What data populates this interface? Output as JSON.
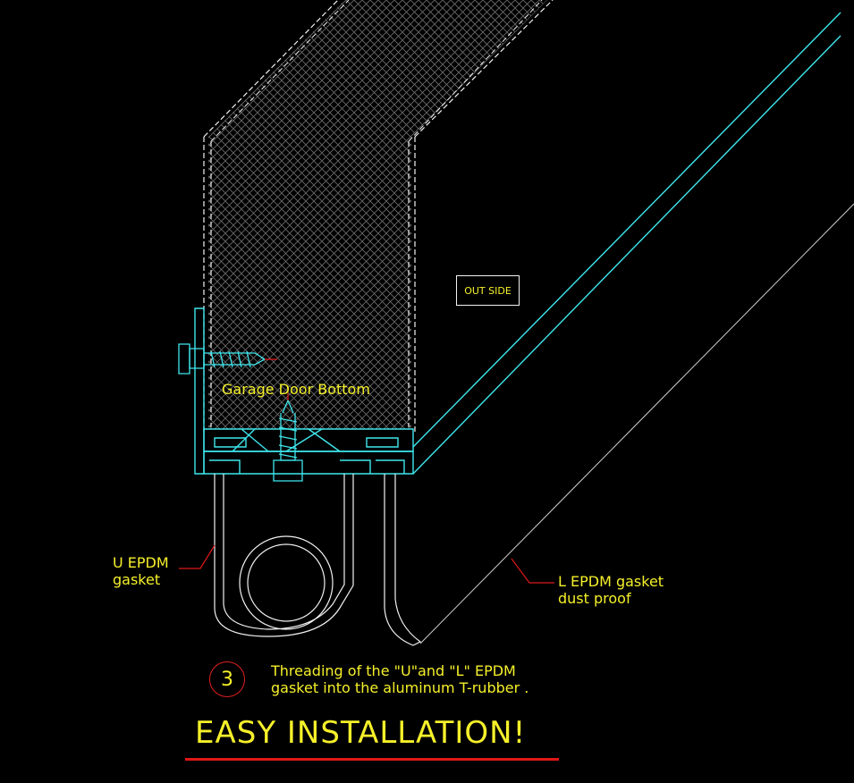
{
  "labels": {
    "door_bottom": "Garage Door Bottom",
    "outside": "OUT SIDE",
    "u_gasket_line1": "U EPDM",
    "u_gasket_line2": "gasket",
    "l_gasket_line1": "L EPDM gasket",
    "l_gasket_line2": "dust proof",
    "step_number": "3",
    "step_line1": "Threading of the \"U\"and \"L\" EPDM",
    "step_line2": "gasket  into the  aluminum T-rubber .",
    "headline": "EASY INSTALLATION!"
  },
  "colors": {
    "background": "#000000",
    "label_text": "#f5f02a",
    "outline": "#f2f2f2",
    "aluminum": "#3ee8ee",
    "leader": "#e01818",
    "fill_pattern": "#8a8a8a"
  }
}
